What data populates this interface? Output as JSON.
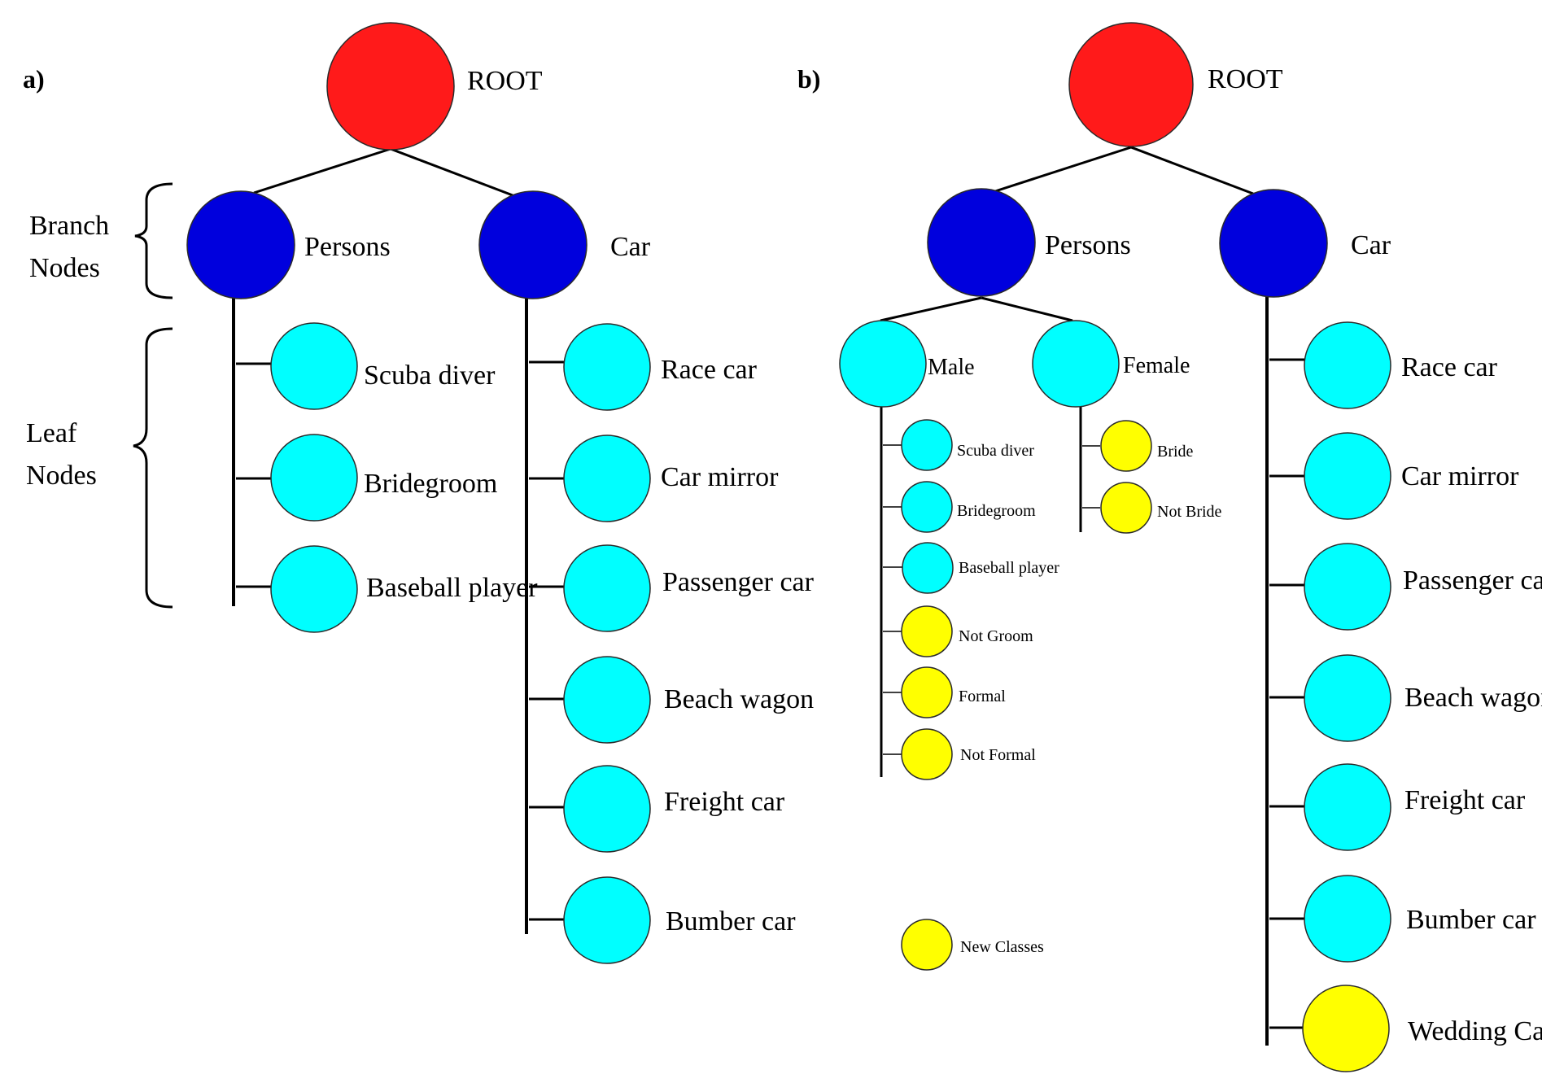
{
  "colors": {
    "root": "#ff1a1a",
    "branch": "#0000dd",
    "leaf": "#00ffff",
    "new_class": "#ffff00"
  },
  "panel_a": {
    "label": "a)",
    "root": "ROOT",
    "branch_nodes_label_1": "Branch",
    "branch_nodes_label_2": "Nodes",
    "leaf_nodes_label_1": "Leaf",
    "leaf_nodes_label_2": "Nodes",
    "persons": "Persons",
    "car": "Car",
    "persons_leaves": [
      "Scuba diver",
      "Bridegroom",
      "Baseball player"
    ],
    "car_leaves": [
      "Race car",
      "Car mirror",
      "Passenger car",
      "Beach wagon",
      "Freight car",
      "Bumber car"
    ]
  },
  "panel_b": {
    "label": "b)",
    "root": "ROOT",
    "persons": "Persons",
    "car": "Car",
    "male": "Male",
    "female": "Female",
    "male_leaves": [
      "Scuba diver",
      "Bridegroom",
      "Baseball player",
      "Not Groom",
      "Formal",
      "Not Formal"
    ],
    "female_leaves": [
      "Bride",
      "Not Bride"
    ],
    "car_leaves": [
      "Race car",
      "Car mirror",
      "Passenger car",
      "Beach wagon",
      "Freight car",
      "Bumber car",
      "Wedding Car"
    ],
    "legend": "New Classes"
  }
}
